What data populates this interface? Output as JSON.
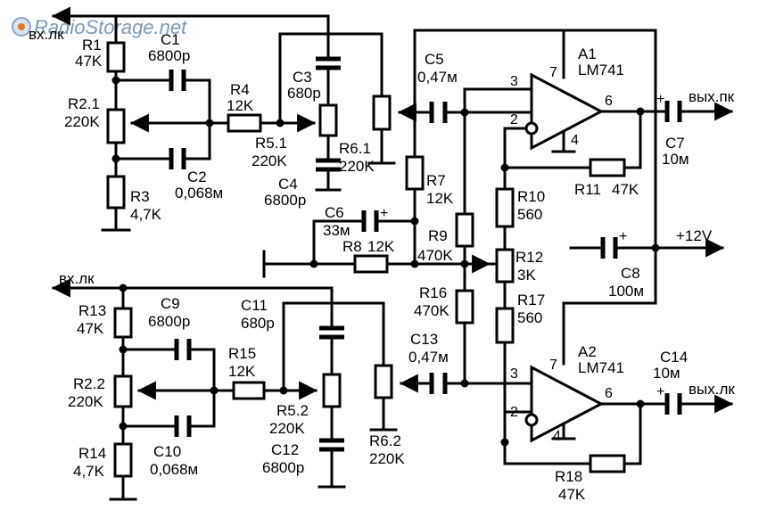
{
  "watermark": "RadioStorage.net",
  "chips": {
    "a1": {
      "ref": "A1",
      "part": "LM741"
    },
    "a2": {
      "ref": "A2",
      "part": "LM741"
    }
  },
  "pins": {
    "a1_in_plus": "3",
    "a1_in_minus": "2",
    "a1_vplus": "7",
    "a1_out": "6",
    "a1_vminus": "4",
    "a2_in_plus": "3",
    "a2_in_minus": "2",
    "a2_vplus": "7",
    "a2_out": "6",
    "a2_vminus": "4"
  },
  "ports": {
    "in1": "вх.лк",
    "in2": "вх.лк",
    "out1": "вых.пк",
    "out2": "вых.лк",
    "supply": "+12V"
  },
  "polarity": {
    "c6": "+",
    "c7": "+",
    "c8": "+",
    "c14": "+"
  },
  "components": {
    "r1": {
      "ref": "R1",
      "value": "47K"
    },
    "c1": {
      "ref": "C1",
      "value": "6800p"
    },
    "r21": {
      "ref": "R2.1",
      "value": "220K"
    },
    "r3": {
      "ref": "R3",
      "value": "4,7K"
    },
    "c2": {
      "ref": "C2",
      "value": "0,068м"
    },
    "r4": {
      "ref": "R4",
      "value": "12K"
    },
    "c3": {
      "ref": "C3",
      "value": "680p"
    },
    "r51": {
      "ref": "R5.1",
      "value": "220K"
    },
    "c4": {
      "ref": "C4",
      "value": "6800p"
    },
    "r61": {
      "ref": "R6.1",
      "value": "220K"
    },
    "c5": {
      "ref": "C5",
      "value": "0,47м"
    },
    "r7": {
      "ref": "R7",
      "value": "12K"
    },
    "c6": {
      "ref": "C6",
      "value": "33м"
    },
    "r8": {
      "ref": "R8",
      "value": "12K"
    },
    "r9": {
      "ref": "R9",
      "value": "470K"
    },
    "r10": {
      "ref": "R10",
      "value": "560"
    },
    "r11": {
      "ref": "R11",
      "value": "47K"
    },
    "r12": {
      "ref": "R12",
      "value": "3K"
    },
    "c7": {
      "ref": "C7",
      "value": "10м"
    },
    "c8": {
      "ref": "C8",
      "value": "100м"
    },
    "r13": {
      "ref": "R13",
      "value": "47K"
    },
    "c9": {
      "ref": "C9",
      "value": "6800p"
    },
    "r22": {
      "ref": "R2.2",
      "value": "220K"
    },
    "r14": {
      "ref": "R14",
      "value": "4,7K"
    },
    "c10": {
      "ref": "C10",
      "value": "0,068м"
    },
    "r15": {
      "ref": "R15",
      "value": "12K"
    },
    "c11": {
      "ref": "C11",
      "value": "680p"
    },
    "r52": {
      "ref": "R5.2",
      "value": "220K"
    },
    "c12": {
      "ref": "C12",
      "value": "6800p"
    },
    "r62": {
      "ref": "R6.2",
      "value": "220K"
    },
    "c13": {
      "ref": "C13",
      "value": "0,47м"
    },
    "r16": {
      "ref": "R16",
      "value": "470K"
    },
    "r17": {
      "ref": "R17",
      "value": "560"
    },
    "r18": {
      "ref": "R18",
      "value": "47K"
    },
    "c14": {
      "ref": "C14",
      "value": "10м"
    }
  }
}
